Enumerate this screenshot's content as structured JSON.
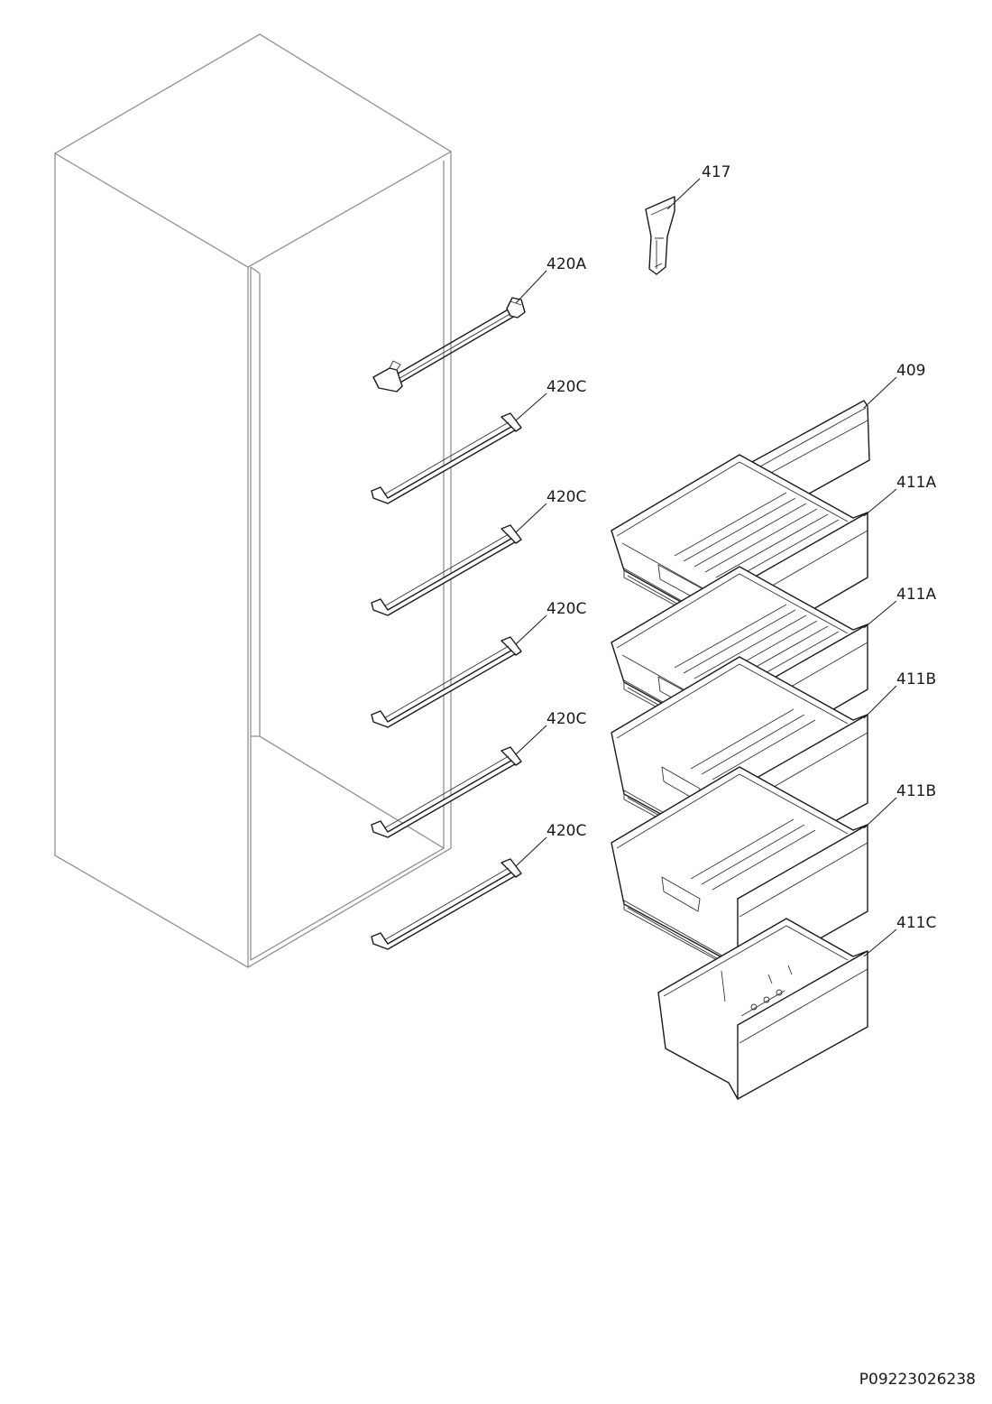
{
  "diagram": {
    "document_reference": "P09223026238",
    "parts": [
      {
        "id": "417",
        "label": "417"
      },
      {
        "id": "420A",
        "label": "420A"
      },
      {
        "id": "420C-1",
        "label": "420C"
      },
      {
        "id": "420C-2",
        "label": "420C"
      },
      {
        "id": "420C-3",
        "label": "420C"
      },
      {
        "id": "420C-4",
        "label": "420C"
      },
      {
        "id": "420C-5",
        "label": "420C"
      },
      {
        "id": "409",
        "label": "409"
      },
      {
        "id": "411A-1",
        "label": "411A"
      },
      {
        "id": "411A-2",
        "label": "411A"
      },
      {
        "id": "411B-1",
        "label": "411B"
      },
      {
        "id": "411B-2",
        "label": "411B"
      },
      {
        "id": "411C",
        "label": "411C"
      }
    ]
  }
}
